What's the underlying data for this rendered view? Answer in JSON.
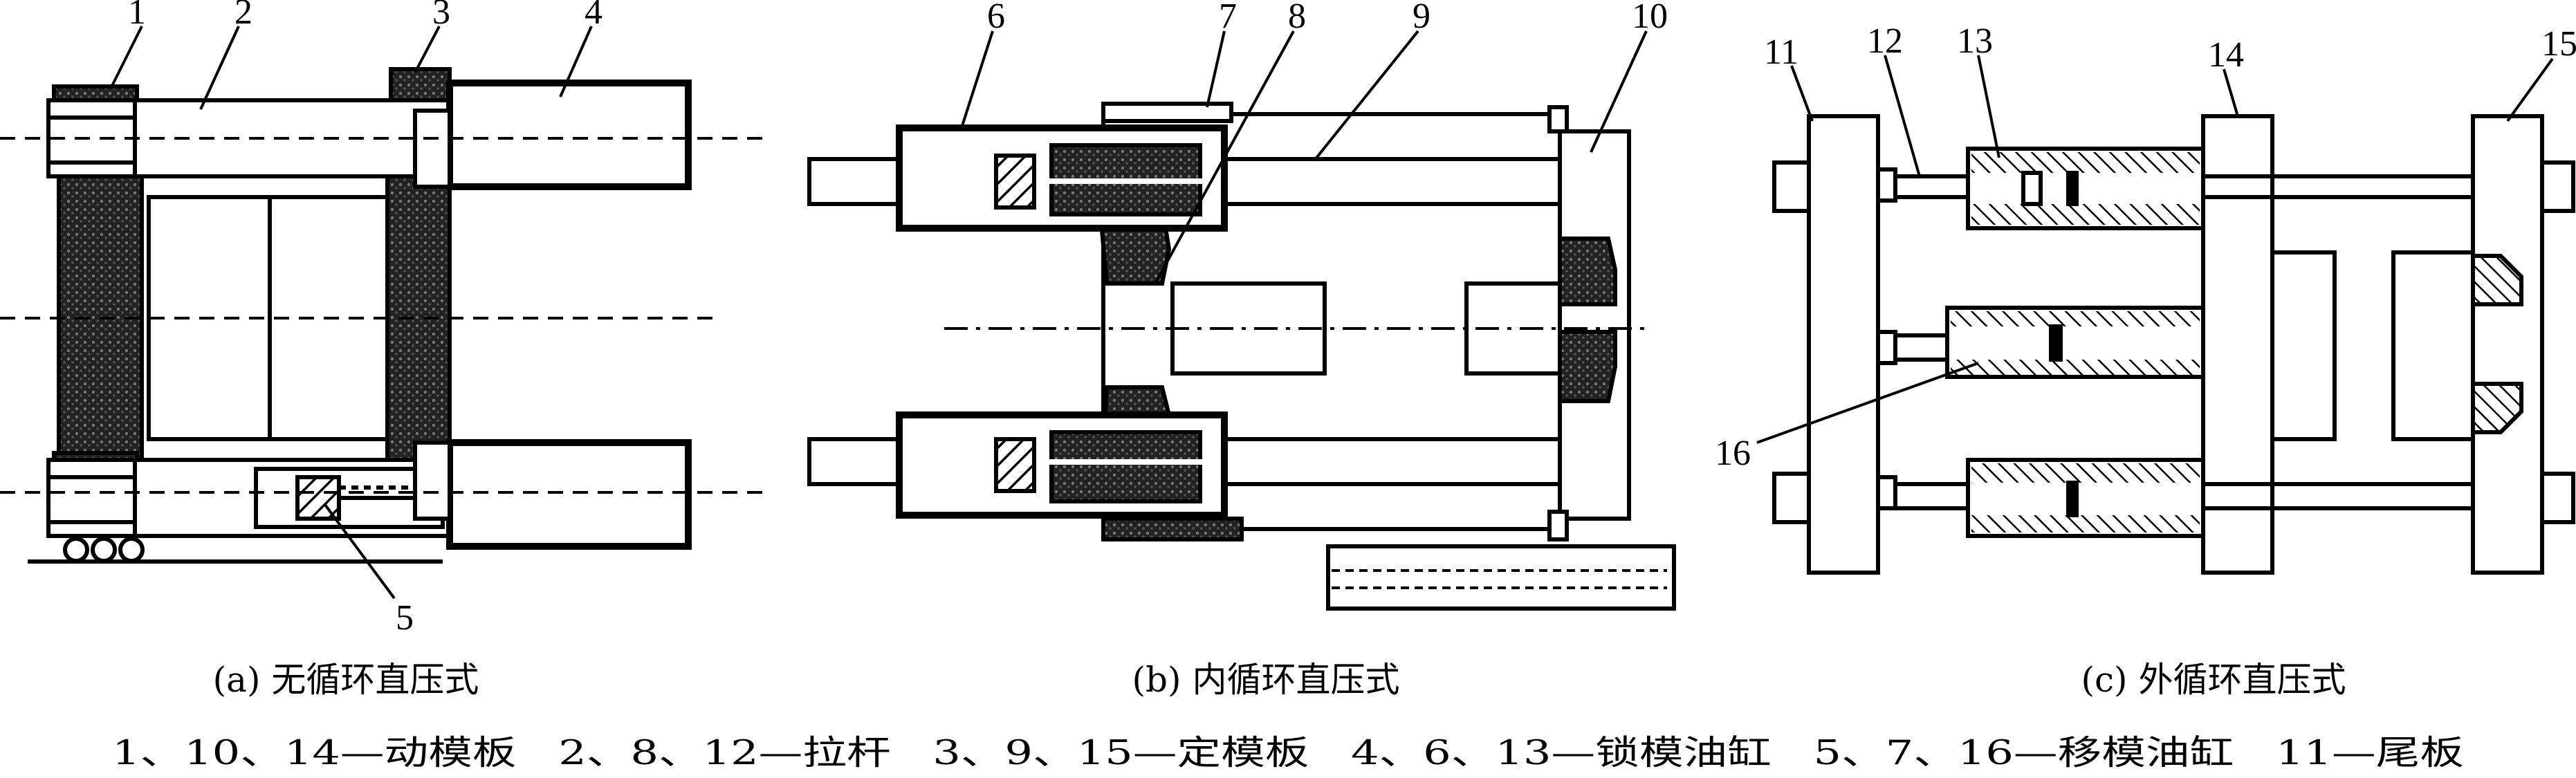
{
  "figure": {
    "panel_a": {
      "caption": "(a) 无循环直压式",
      "labels": [
        "1",
        "2",
        "3",
        "4",
        "5"
      ]
    },
    "panel_b": {
      "caption": "(b) 内循环直压式",
      "labels": [
        "6",
        "7",
        "8",
        "9",
        "10"
      ]
    },
    "panel_c": {
      "caption": "(c) 外循环直压式",
      "labels": [
        "11",
        "12",
        "13",
        "14",
        "15",
        "16"
      ]
    },
    "legend": "1、10、14—动模板   2、8、12—拉杆   3、9、15—定模板   4、6、13—锁模油缸   5、7、16—移模油缸   11—尾板"
  }
}
